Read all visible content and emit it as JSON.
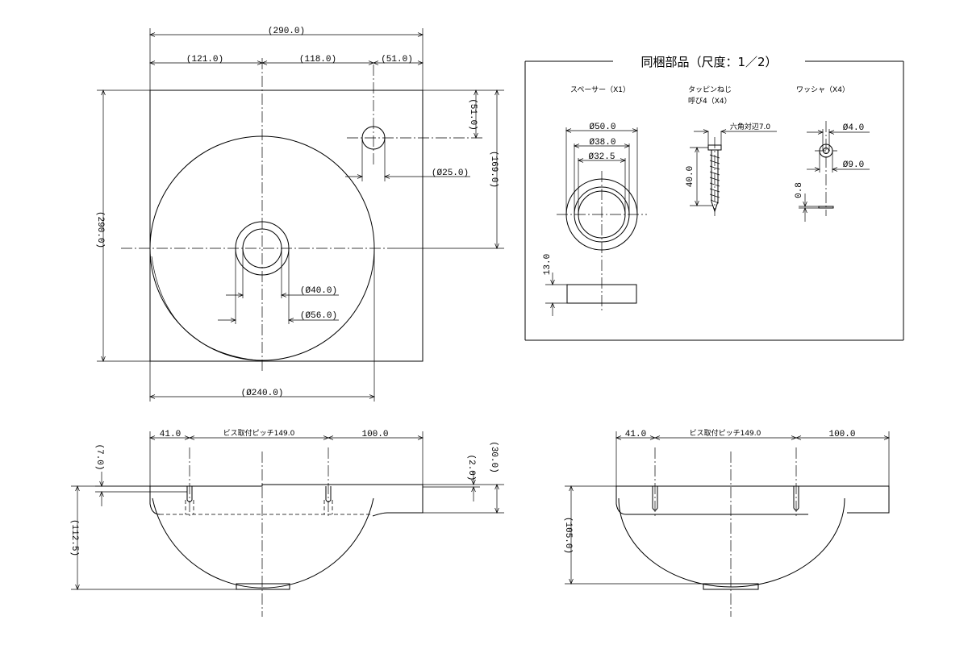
{
  "plan_view": {
    "dim_overall_width": "(290.0)",
    "dim_left_to_center": "(121.0)",
    "dim_center_to_hole": "(118.0)",
    "dim_hole_to_edge": "(51.0)",
    "dim_hole_from_top": "(51.0)",
    "dim_hole_diameter": "(Ø25.0)",
    "dim_center_from_top": "(169.0)",
    "dim_overall_height": "(290.0)",
    "dim_drain_inner": "(Ø40.0)",
    "dim_drain_outer": "(Ø56.0)",
    "dim_bowl_diameter": "(Ø240.0)"
  },
  "accessories": {
    "title": "同梱部品（尺度：1／2）",
    "spacer_label": "スペーサー（X1）",
    "spacer_d1": "Ø50.0",
    "spacer_d2": "Ø38.0",
    "spacer_d3": "Ø32.5",
    "spacer_height": "13.0",
    "screw_label_1": "タッピンねじ",
    "screw_label_2": "呼び4（X4）",
    "screw_hex": "六角対辺7.0",
    "screw_length": "40.0",
    "washer_label": "ワッシャ（X4）",
    "washer_inner": "Ø4.0",
    "washer_outer": "Ø9.0",
    "washer_thickness": "0.8"
  },
  "front_view": {
    "dim_left": "41.0",
    "dim_pitch": "ビス取付ピッチ149.0",
    "dim_right": "100.0",
    "dim_lip": "(7.0)",
    "dim_step": "(2.0)",
    "dim_rim": "(30.0)",
    "dim_depth": "(112.5)"
  },
  "side_view": {
    "dim_left": "41.0",
    "dim_pitch": "ビス取付ピッチ149.0",
    "dim_right": "100.0",
    "dim_depth": "(105.0)"
  }
}
